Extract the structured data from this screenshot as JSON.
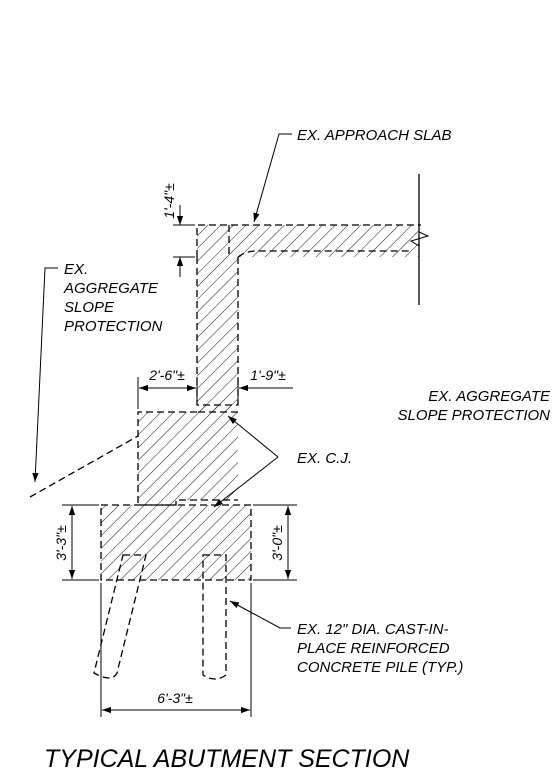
{
  "labels": {
    "approach_slab": "EX. APPROACH SLAB",
    "left_slope_line1": "EX.",
    "left_slope_line2": "AGGREGATE",
    "left_slope_line3": "SLOPE",
    "left_slope_line4": "PROTECTION",
    "right_slope_line1": "EX. AGGREGATE",
    "right_slope_line2": "SLOPE PROTECTION",
    "cj": "EX. C.J.",
    "pile_line1": "EX. 12\" DIA. CAST-IN-",
    "pile_line2": "PLACE REINFORCED",
    "pile_line3": "CONCRETE PILE (TYP.)"
  },
  "dimensions": {
    "slab_thickness": "1'-4\"±",
    "left_offset": "2'-6\"±",
    "right_offset": "1'-9\"±",
    "footing_left_height": "3'-3\"±",
    "footing_right_height": "3'-0\"±",
    "footing_width": "6'-3\"±"
  },
  "title": "TYPICAL ABUTMENT SECTION"
}
